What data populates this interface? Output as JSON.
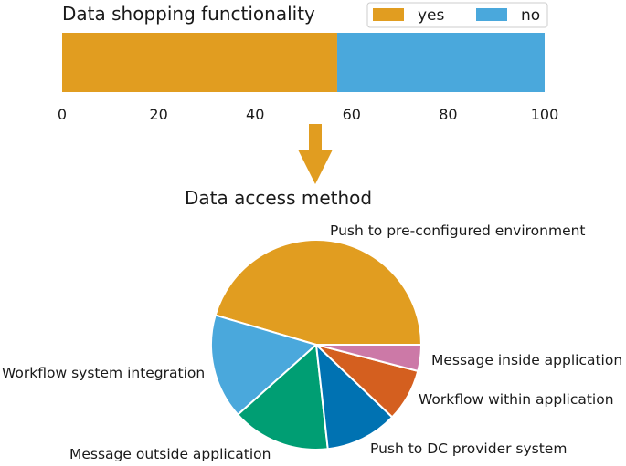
{
  "chart_data": [
    {
      "type": "bar",
      "orientation": "horizontal",
      "stacked": true,
      "title": "Data shopping functionality",
      "xlim": [
        0,
        100
      ],
      "xticks": [
        "0",
        "20",
        "40",
        "60",
        "80",
        "100"
      ],
      "tick_values": [
        0,
        20,
        40,
        60,
        80,
        100
      ],
      "grid": false,
      "legend": "top-right",
      "series": [
        {
          "name": "yes",
          "values": [
            57
          ],
          "color": "#E19D20"
        },
        {
          "name": "no",
          "values": [
            43
          ],
          "color": "#4AA8DC"
        }
      ]
    },
    {
      "type": "pie",
      "title": "Data access method",
      "slices": [
        {
          "label": "Push to pre-configured environment",
          "value": 45,
          "color": "#E19D20"
        },
        {
          "label": "Workflow system integration",
          "value": 16,
          "color": "#4AA8DC"
        },
        {
          "label": "Message outside application",
          "value": 15,
          "color": "#009E73"
        },
        {
          "label": "Push to DC provider system",
          "value": 11,
          "color": "#0072B2"
        },
        {
          "label": "Workflow within application",
          "value": 8,
          "color": "#D45F1F"
        },
        {
          "label": "Message inside application",
          "value": 4,
          "color": "#CC79A7"
        }
      ]
    }
  ],
  "arrow_icon": "down-arrow-icon",
  "arrow_color": "#E19D20"
}
